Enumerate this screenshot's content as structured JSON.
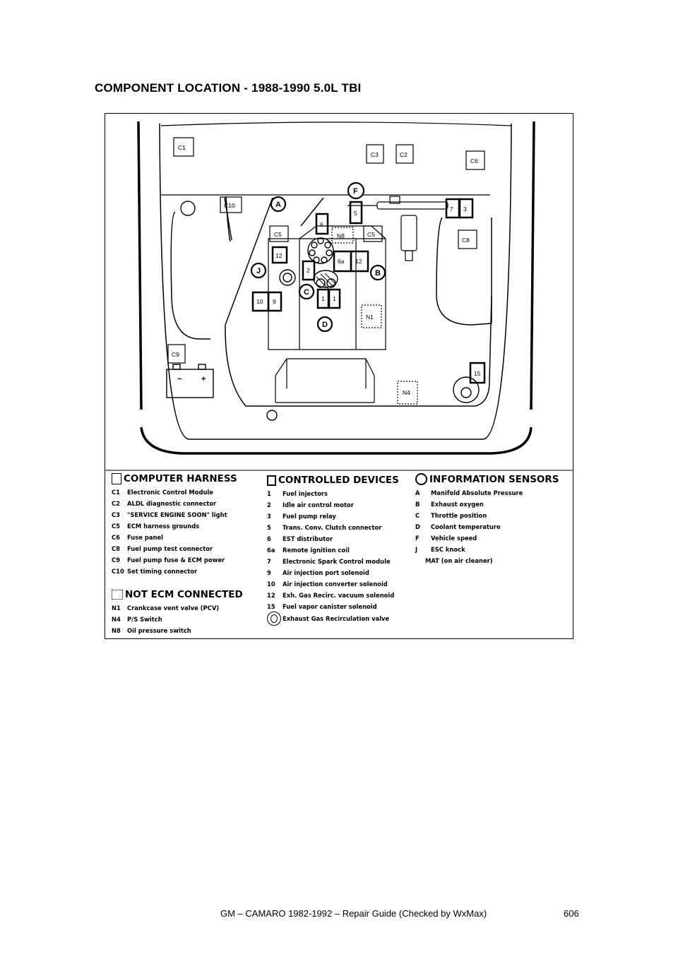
{
  "title": "COMPONENT LOCATION - 1988-1990 5.0L TBI",
  "diagram_labels": {
    "c1": "C1",
    "c2": "C2",
    "c3": "C3",
    "c5": "C5",
    "c6": "C6",
    "c8": "C8",
    "c9": "C9",
    "c10": "C10",
    "n1": "N1",
    "n4": "N4",
    "n8": "N8",
    "d1": "1",
    "d2": "2",
    "d3": "3",
    "d5": "5",
    "d6": "6",
    "d6a": "6a",
    "d7": "7",
    "d9": "9",
    "d10": "10",
    "d12": "12",
    "d15": "15",
    "sA": "A",
    "sB": "B",
    "sC": "C",
    "sD": "D",
    "sF": "F",
    "sJ": "J",
    "battery_minus": "−",
    "battery_plus": "+"
  },
  "legend": {
    "computer_harness": {
      "heading": "COMPUTER HARNESS",
      "items": [
        {
          "code": "C1",
          "text": "Electronic Control Module"
        },
        {
          "code": "C2",
          "text": "ALDL diagnostic connector"
        },
        {
          "code": "C3",
          "text": "\"SERVICE ENGINE SOON\" light"
        },
        {
          "code": "C5",
          "text": "ECM harness grounds"
        },
        {
          "code": "C6",
          "text": "Fuse panel"
        },
        {
          "code": "C8",
          "text": "Fuel pump test connector"
        },
        {
          "code": "C9",
          "text": "Fuel pump fuse & ECM power"
        },
        {
          "code": "C10",
          "text": "Set timing connector"
        }
      ]
    },
    "not_ecm_connected": {
      "heading": "NOT ECM CONNECTED",
      "items": [
        {
          "code": "N1",
          "text": "Crankcase vent valve (PCV)"
        },
        {
          "code": "N4",
          "text": "P/S Switch"
        },
        {
          "code": "N8",
          "text": "Oil pressure switch"
        }
      ]
    },
    "controlled_devices": {
      "heading": "CONTROLLED DEVICES",
      "items": [
        {
          "code": "1",
          "text": "Fuel injectors"
        },
        {
          "code": "2",
          "text": "Idle air control motor"
        },
        {
          "code": "3",
          "text": "Fuel pump relay"
        },
        {
          "code": "5",
          "text": "Trans. Conv. Clutch connector"
        },
        {
          "code": "6",
          "text": "EST distributor"
        },
        {
          "code": "6a",
          "text": "Remote ignition coil"
        },
        {
          "code": "7",
          "text": "Electronic Spark Control module"
        },
        {
          "code": "9",
          "text": "Air injection port solenoid"
        },
        {
          "code": "10",
          "text": "Air injection converter solenoid"
        },
        {
          "code": "12",
          "text": "Exh. Gas Recirc. vacuum solenoid"
        },
        {
          "code": "15",
          "text": "Fuel vapor canister solenoid"
        }
      ],
      "egr_text": "Exhaust Gas Recirculation valve"
    },
    "information_sensors": {
      "heading": "INFORMATION SENSORS",
      "items": [
        {
          "code": "A",
          "text": "Manifold Absolute Pressure"
        },
        {
          "code": "B",
          "text": "Exhaust oxygen"
        },
        {
          "code": "C",
          "text": "Throttle position"
        },
        {
          "code": "D",
          "text": "Coolant temperature"
        },
        {
          "code": "F",
          "text": "Vehicle speed"
        },
        {
          "code": "J",
          "text": "ESC knock"
        },
        {
          "code": "",
          "text": "MAT (on air cleaner)"
        }
      ]
    }
  },
  "footer": {
    "guide": "GM – CAMARO 1982-1992 – Repair Guide (Checked by WxMax)",
    "page": "606"
  }
}
